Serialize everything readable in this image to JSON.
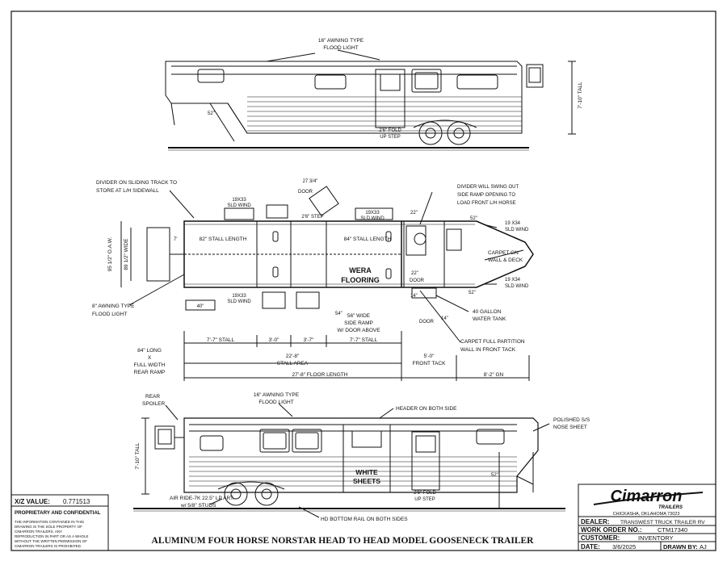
{
  "top_view": {
    "awning_label_1": "16\" AWNING TYPE",
    "awning_label_2": "FLOOD LIGHT",
    "height_label": "7'-10\" TALL",
    "step_label_1": "2'6\" FOLD",
    "step_label_2": "UP STEP",
    "gooseneck_dim": "52\""
  },
  "floor_plan": {
    "divider_track_1": "DIVIDER ON SLIDING TRACK TO",
    "divider_track_2": "STORE AT L/H SIDEWALL",
    "window_top_left_1": "19X33",
    "window_top_left_2": "SLD WIND",
    "door_dim_1": "27 3/4\"",
    "door_dim_2": "DOOR",
    "door_step": "2'6\" STEP",
    "window_top_mid_1": "19X33",
    "window_top_mid_2": "SLD WIND",
    "divider_swing_1": "DIVIDER WILL SWING OUT",
    "divider_swing_2": "SIDE RAMP OPENING TO",
    "divider_swing_3": "LOAD FRONT L/H HORSE",
    "dim_22": "22\"",
    "dim_52a": "52\"",
    "window_right_top_1": "19 X34",
    "window_right_top_2": "SLD WIND",
    "carpet_gn_1": "CARPET GN",
    "carpet_gn_2": "WALL & DECK",
    "window_right_bot_1": "19 X34",
    "window_right_bot_2": "SLD WIND",
    "dim_52b": "52\"",
    "water_tank_1": "40 GALLON",
    "water_tank_2": "WATER TANK",
    "carpet_partition_1": "CARPET FULL PARTITION",
    "carpet_partition_2": "WALL IN FRONT TACK",
    "width_dim": "7'",
    "oaw_dim": "95 1/2\" O.A.W.",
    "wide_dim": "89 1/2\" WIDE",
    "stall_length_1": "82\" STALL LENGTH",
    "stall_length_2": "84\" STALL LENGTH",
    "wera_1": "WERA",
    "wera_2": "FLOORING",
    "door_22_1": "22\"",
    "door_22_2": "DOOR",
    "window_bot_left_1": "19X33",
    "window_bot_left_2": "SLD WIND",
    "dim_40": "40\"",
    "awning_bot_1": "8\" AWNING TYPE",
    "awning_bot_2": "FLOOD LIGHT",
    "side_ramp_1": "56\" WIDE",
    "side_ramp_2": "SIDE RAMP",
    "side_ramp_3": "W/ DOOR ABOVE",
    "dim_54": "54\"",
    "dim_14a": "14\"",
    "dim_14b": "14\"",
    "door_small": "DOOR",
    "rear_ramp_1": "84\" LONG",
    "rear_ramp_2": "X",
    "rear_ramp_3": "FULL WIDTH",
    "rear_ramp_4": "REAR RAMP",
    "stall_77a": "7'-7\" STALL",
    "stall_30a": "3'-0\"",
    "stall_37": "3'-7\"",
    "stall_77b": "7'-7\" STALL",
    "stall_area_1": "22'-8\"",
    "stall_area_2": "STALL AREA",
    "front_tack_1": "5'-0\"",
    "front_tack_2": "FRONT TACK",
    "floor_length": "27'-8\" FLOOR LENGTH",
    "gn_length": "8'-2\" GN"
  },
  "side_view": {
    "rear_spoiler_1": "REAR",
    "rear_spoiler_2": "SPOILER",
    "awning_1": "16\" AWNING TYPE",
    "awning_2": "FLOOD LIGHT",
    "header": "HEADER ON BOTH SIDE",
    "polished_1": "POLISHED S/S",
    "polished_2": "NOSE SHEET",
    "height": "7'-10\" TALL",
    "white_sheets_1": "WHITE",
    "white_sheets_2": "SHEETS",
    "step_1": "2'6\" FOLD",
    "step_2": "UP STEP",
    "dim_52": "52\"",
    "air_ride_1": "AIR RIDE-7K 22.5\" LP ART.",
    "air_ride_2": "w/ 5/8\" STUDS",
    "bottom_rail": "HD BOTTOM RAIL ON BOTH SIDES"
  },
  "xz_label": "X/Z VALUE:",
  "xz_value": "0.771513",
  "proprietary_title": "PROPRIETARY AND CONFIDENTIAL",
  "proprietary_lines": [
    "THE INFORMATION CONTAINED IN THIS",
    "DRAWING IS THE SOLE PROPERTY OF",
    "CIMARRON TRAILERS. ANY",
    "REPRODUCTION IN PART OR AS A WHOLE",
    "WITHOUT THE WRITTEN PERMISSION OF",
    "CIMARRON TRAILERS IS PROHIBITED."
  ],
  "drawing_title": "ALUMINUM FOUR HORSE NORSTAR HEAD TO HEAD MODEL GOOSENECK TRAILER",
  "title_block": {
    "logo_line1": "Cimarron",
    "logo_line2": "TRAILERS",
    "location": "CHICKASHA, OKLAHOMA 73023",
    "dealer_label": "DEALER:",
    "dealer_value": "TRANSWEST TRUCK TRAILER RV",
    "work_order_label": "WORK ORDER NO.:",
    "work_order_value": "CTM17340",
    "customer_label": "CUSTOMER:",
    "customer_value": "INVENTORY",
    "date_label": "DATE:",
    "date_value": "3/6/2025",
    "drawn_by_label": "DRAWN BY:",
    "drawn_by_value": "AJ"
  },
  "colors": {
    "ink": "#111111",
    "paper": "#ffffff"
  }
}
